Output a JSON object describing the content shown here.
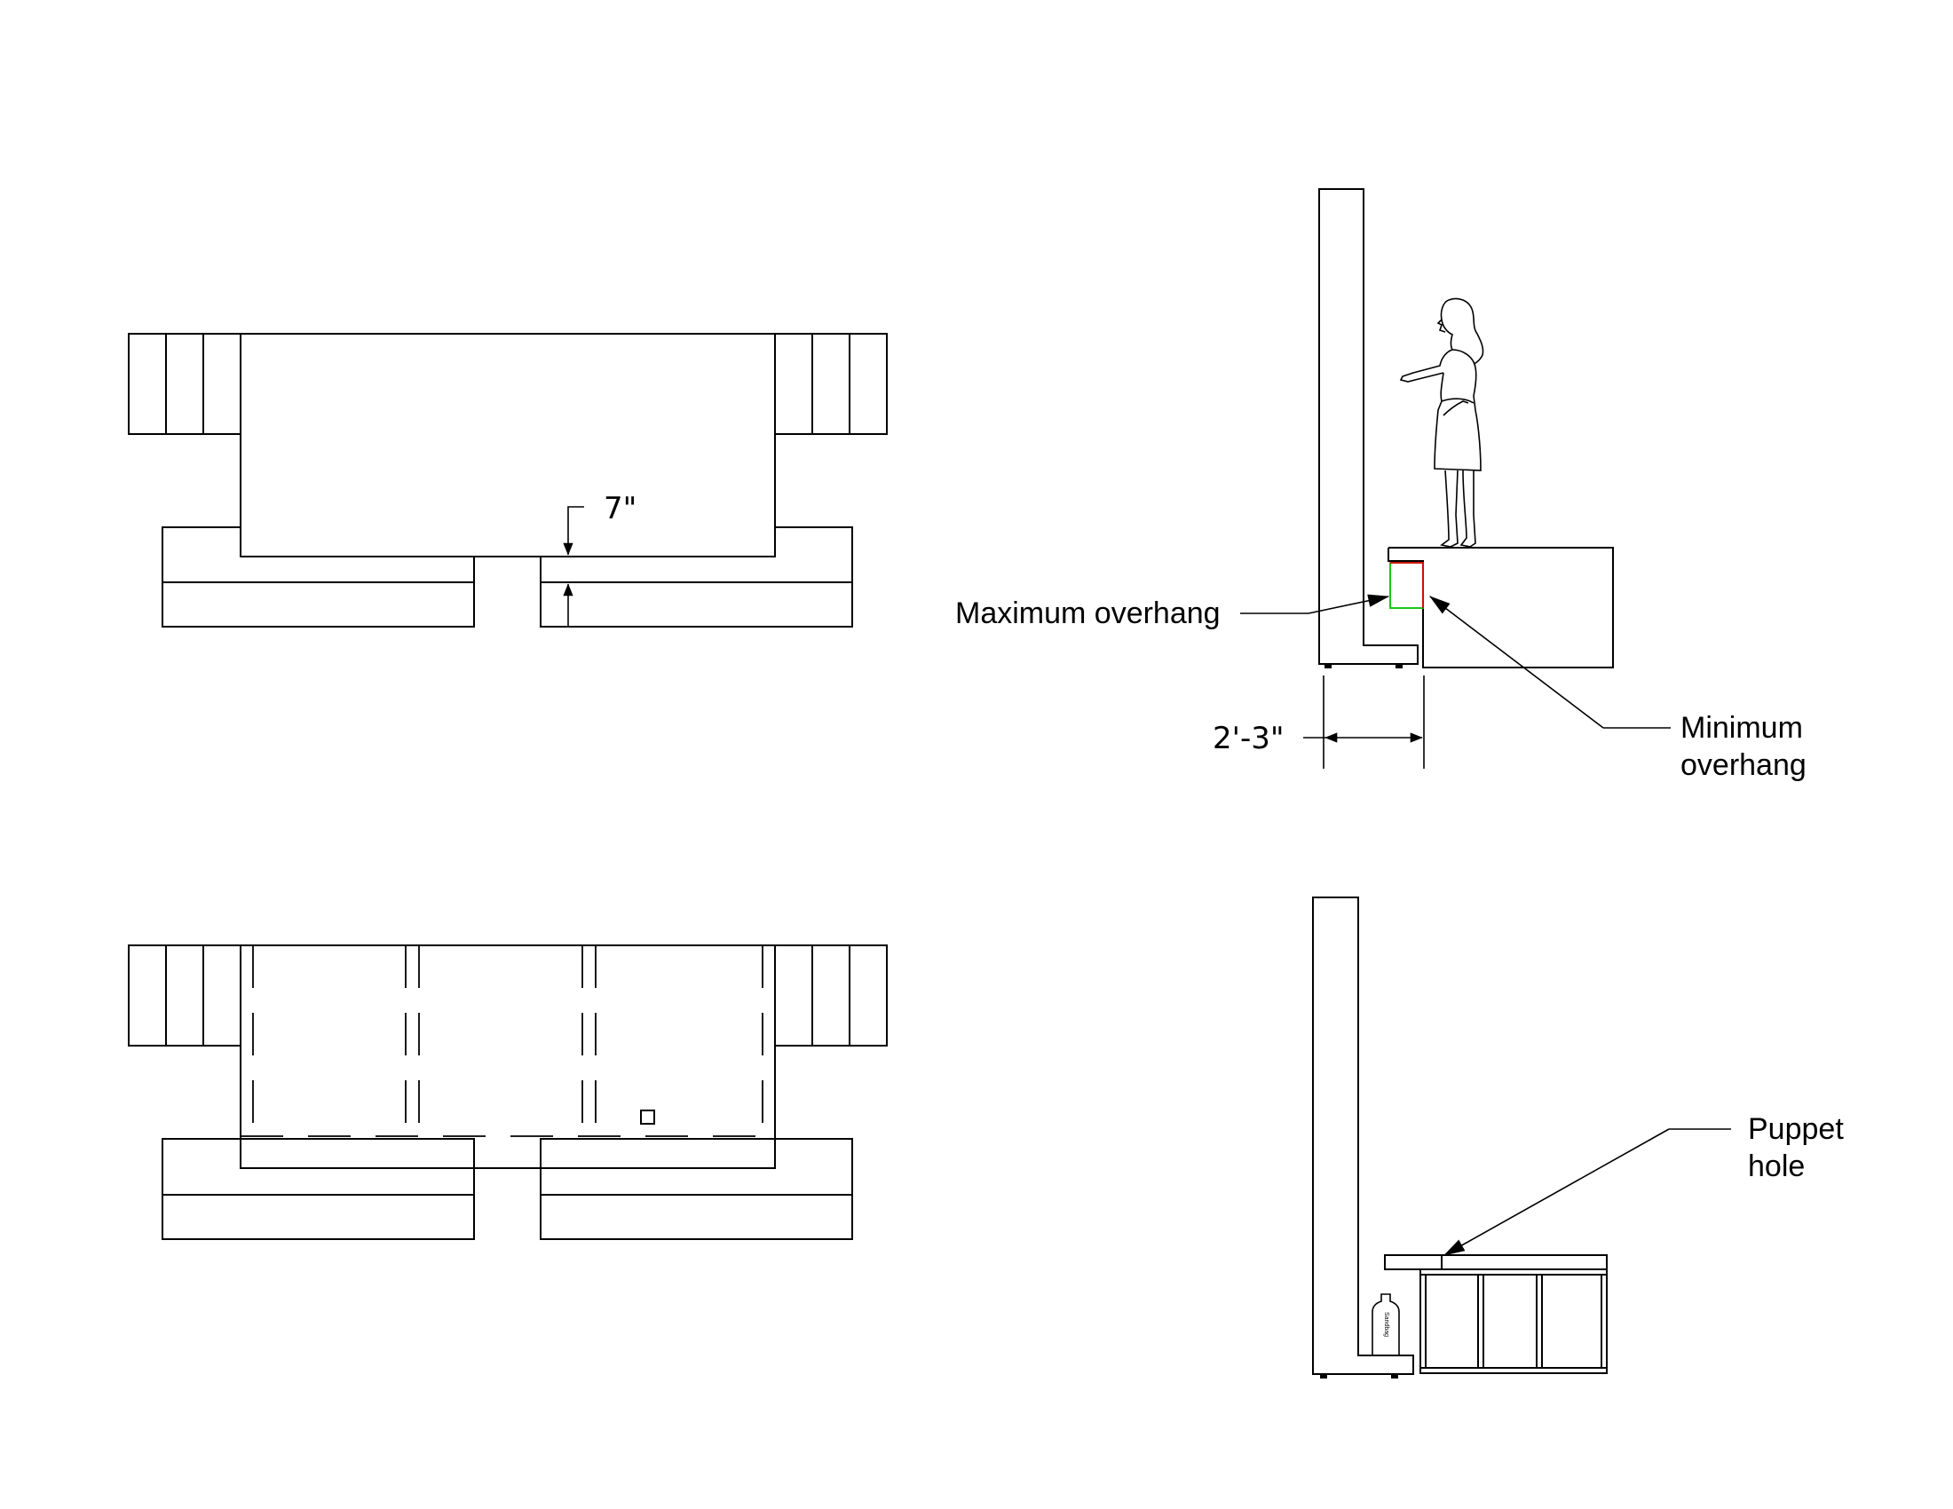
{
  "labels": {
    "dim_7in": "7\"",
    "max_overhang": "Maximum overhang",
    "dim_2ft3in": "2'-3\"",
    "min_overhang_1": "Minimum",
    "min_overhang_2": "overhang",
    "puppet_1": "Puppet",
    "puppet_2": "hole",
    "sandbag": "Sandbag"
  },
  "colors": {
    "max_overhang_box": "#00c000",
    "min_overhang_box": "#e00000",
    "line": "#000000"
  }
}
